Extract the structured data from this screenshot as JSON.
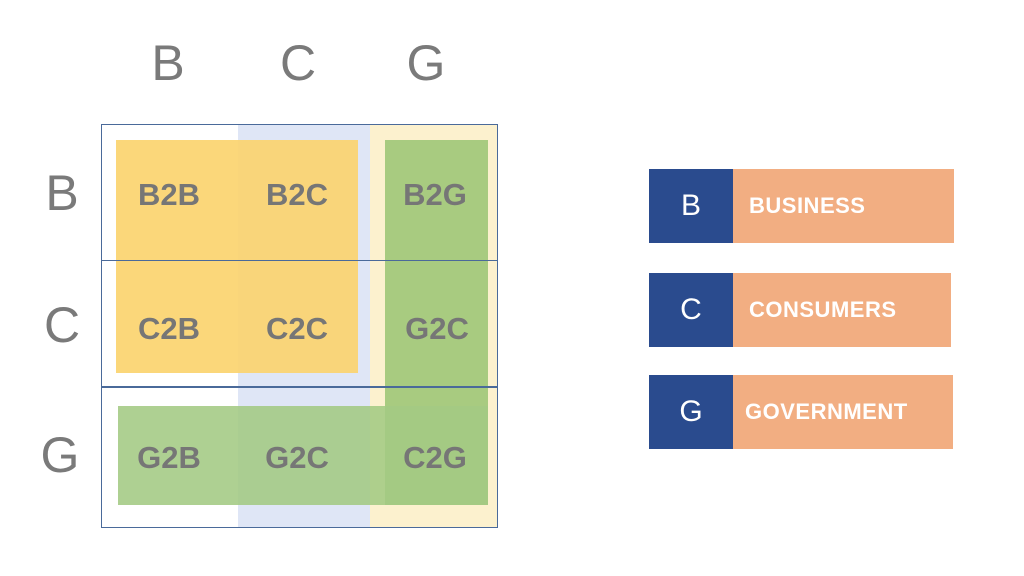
{
  "columns": [
    "B",
    "C",
    "G"
  ],
  "rows": [
    "B",
    "C",
    "G"
  ],
  "cells": [
    [
      "B2B",
      "B2C",
      "B2G"
    ],
    [
      "C2B",
      "C2C",
      "G2C"
    ],
    [
      "G2B",
      "G2C",
      "C2G"
    ]
  ],
  "legend": [
    {
      "key": "B",
      "label": "BUSINESS"
    },
    {
      "key": "C",
      "label": "CONSUMERS"
    },
    {
      "key": "G",
      "label": "GOVERNMENT"
    }
  ],
  "colors": {
    "yellow": "#fbd46f",
    "green": "#9fc778",
    "blue_band": "#dfe6f6",
    "cream_band": "#fcf1ce",
    "outline": "#4a6a9a",
    "legend_key": "#2a4b8e",
    "legend_label": "#f2ae82"
  }
}
